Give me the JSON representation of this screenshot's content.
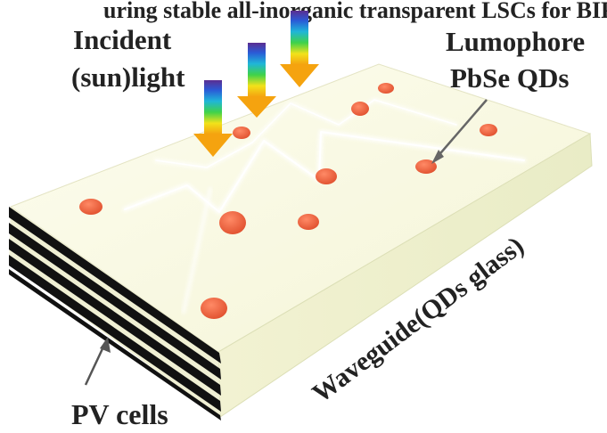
{
  "caption_fragment": "uring stable all-inorganic transparent LSCs for BIPVs.",
  "labels": {
    "incident_line1": "Incident",
    "incident_line2": "(sun)light",
    "lumophore_line1": "Lumophore",
    "lumophore_line2": "PbSe QDs",
    "waveguide": "Waveguide(QDs glass)",
    "pv_cells": "PV cells"
  },
  "colors": {
    "glass_top": "#fbfbe6",
    "glass_side": "#eef0cc",
    "quantum_dot": "#f06a48",
    "pv_stripe": "#111111",
    "light_trail": "#ffffff",
    "text": "#222222"
  },
  "icons": [
    "rainbow-arrow-icon",
    "pointer-arrow-icon"
  ]
}
